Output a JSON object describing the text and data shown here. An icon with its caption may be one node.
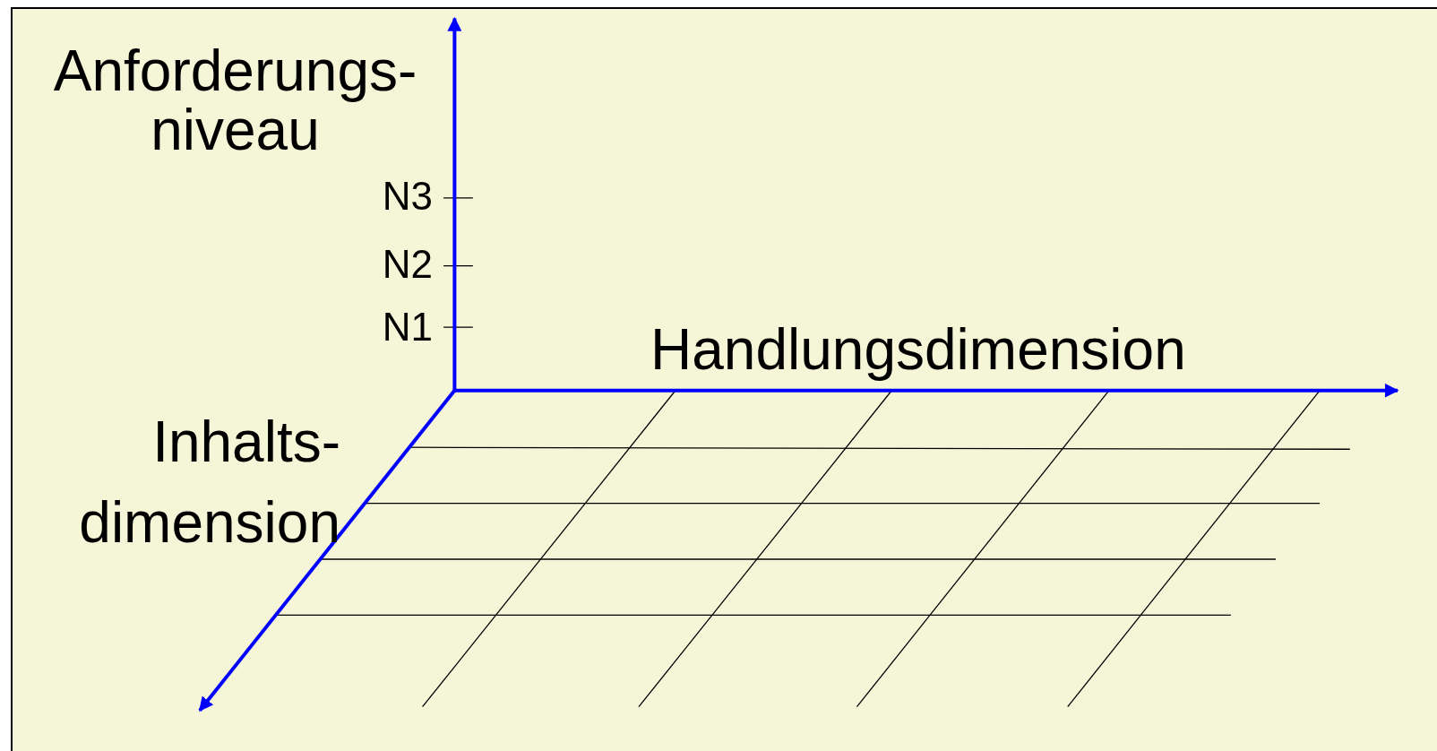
{
  "diagram": {
    "labels": [
      "Anforderungs- niveau",
      "N3",
      "N2",
      "N1",
      "Handlungsdimension",
      "Inhalts- dimension"
    ]
  }
}
